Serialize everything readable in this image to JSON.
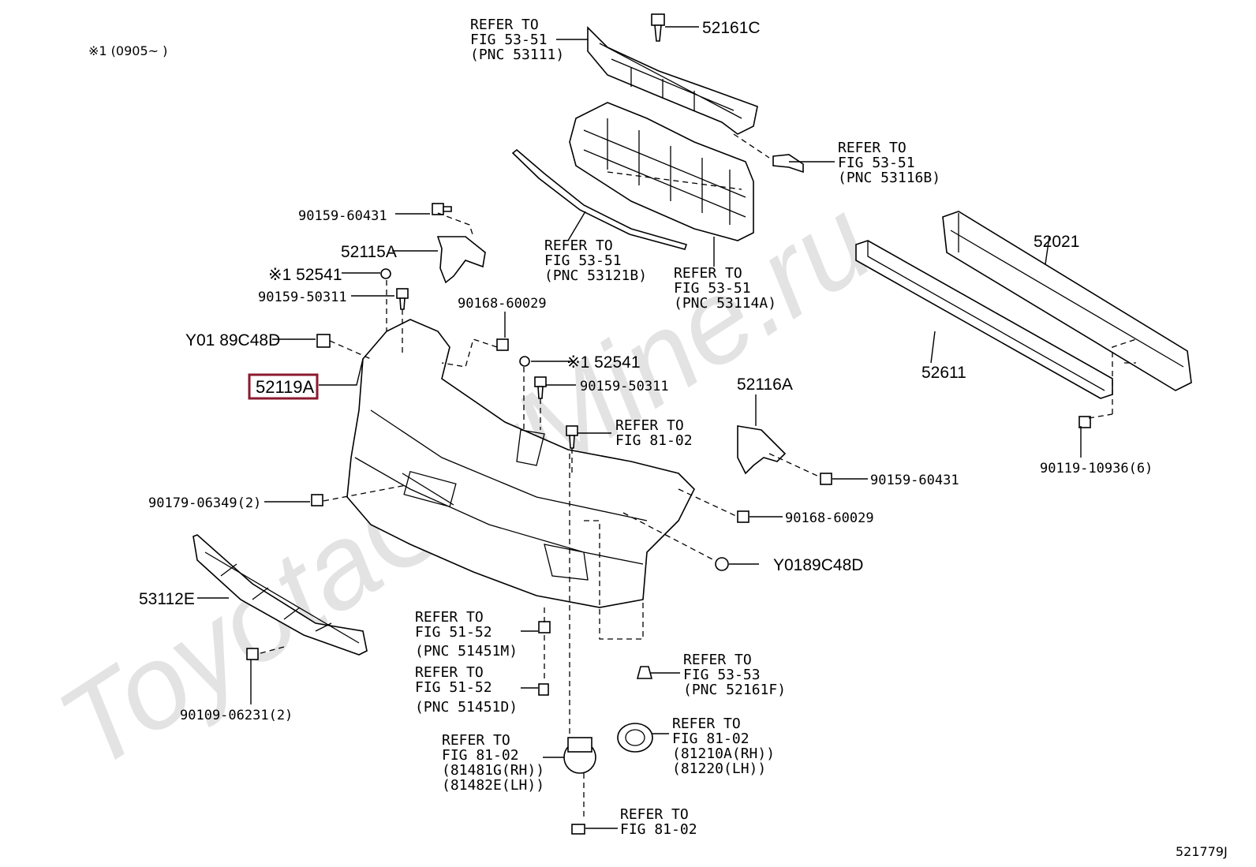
{
  "watermark": "ToyotaCarMine.ru",
  "footnote": "※1 (0905~       )",
  "diagram_id": "521779J",
  "highlighted_part": "52119A",
  "parts": {
    "p52161C": "52161C",
    "p52115A": "52115A",
    "p52541a": "※1 52541",
    "p52541b": "※1 52541",
    "p52021": "52021",
    "p52611": "52611",
    "p52116A": "52116A",
    "p53112E": "53112E",
    "pY0189a": "Y01 89C48D",
    "pY0189b": "Y0189C48D"
  },
  "fasteners": {
    "f9015960431a": "90159-60431",
    "f9015950311a": "90159-50311",
    "f9016860029a": "90168-60029",
    "f9015950311b": "90159-50311",
    "f9015960431b": "90159-60431",
    "f9016860029b": "90168-60029",
    "f9011910936": "90119-10936(6)",
    "f9017906349": "90179-06349(2)",
    "f9010906231": "90109-06231(2)"
  },
  "refs": {
    "r1": [
      "REFER TO",
      "FIG 53-51",
      "(PNC 53111)"
    ],
    "r2": [
      "REFER TO",
      "FIG 53-51",
      "(PNC 53116B)"
    ],
    "r3": [
      "REFER TO",
      "FIG 53-51",
      "(PNC 53121B)"
    ],
    "r4": [
      "REFER TO",
      "FIG 53-51",
      "(PNC 53114A)"
    ],
    "r5": [
      "REFER TO",
      "FIG 81-02"
    ],
    "r6": [
      "REFER TO",
      "FIG 51-52",
      "(PNC 51451M)"
    ],
    "r7": [
      "REFER TO",
      "FIG 51-52",
      "(PNC 51451D)"
    ],
    "r8": [
      "REFER TO",
      "FIG 53-53",
      "(PNC 52161F)"
    ],
    "r9": [
      "REFER TO",
      "FIG 81-02",
      "(81481G(RH))",
      "(81482E(LH))"
    ],
    "r10": [
      "REFER TO",
      "FIG 81-02",
      "(81210A(RH))",
      "(81220(LH))"
    ],
    "r11": [
      "REFER TO",
      "FIG 81-02"
    ]
  }
}
